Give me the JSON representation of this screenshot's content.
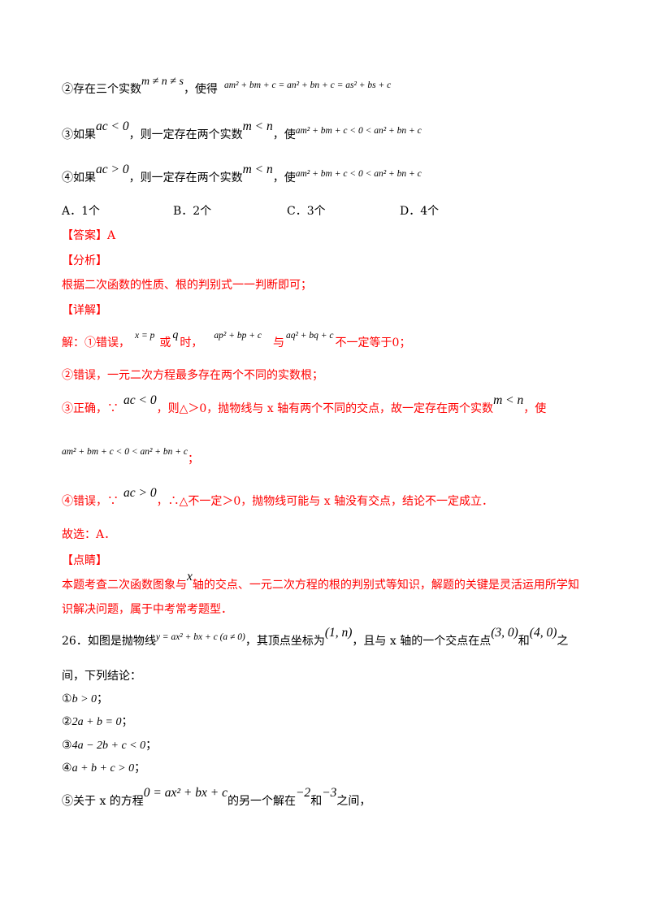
{
  "items": {
    "item2": {
      "prefix": "②存在三个实数",
      "cond": "m ≠ n ≠ s",
      "mid": "，使得",
      "formula": "am² + bm + c = an² + bn + c = as² + bs + c"
    },
    "item3": {
      "prefix": "③如果",
      "cond": "ac < 0",
      "mid1": "，则一定存在两个实数",
      "cond2": "m < n",
      "mid2": "，使",
      "formula": "am² + bm + c < 0 < an² + bn + c"
    },
    "item4": {
      "prefix": "④如果",
      "cond": "ac > 0",
      "mid1": "，则一定存在两个实数",
      "cond2": "m < n",
      "mid2": "，使",
      "formula": "am² + bm + c < 0 < an² + bn + c"
    }
  },
  "options": [
    "A．1个",
    "B．2个",
    "C．3个",
    "D．4个"
  ],
  "answer": "【答案】A",
  "analysis_heading": "【分析】",
  "analysis_text": "根据二次函数的性质、根的判别式一一判断即可；",
  "detail_heading": "【详解】",
  "detail": {
    "d1_a": "解：①错误，",
    "d1_m1": "x = p",
    "d1_b": "或",
    "d1_m2": "q",
    "d1_c": "时，",
    "d1_m3": "ap² + bp + c",
    "d1_d": "与",
    "d1_m4": "aq² + bq + c",
    "d1_e": "不一定等于0；",
    "d2": "②错误，一元二次方程最多存在两个不同的实数根；",
    "d3_a": "③正确，∵",
    "d3_m1": "ac < 0",
    "d3_b": "，则△＞0，抛物线与 x 轴有两个不同的交点，故一定存在两个实数",
    "d3_m2": "m < n",
    "d3_c": "，使",
    "d3_formula": "am² + bm + c < 0 < an² + bn + c",
    "d3_end": "；",
    "d4_a": "④错误，∵",
    "d4_m1": "ac > 0",
    "d4_b": "，∴△不一定＞0，抛物线可能与 x 轴没有交点，结论不一定成立．",
    "choice": "故选：A．"
  },
  "comment_heading": "【点睛】",
  "comment_1a": "本题考查二次函数图象与",
  "comment_1x": "x",
  "comment_1b": "轴的交点、一元二次方程的根的判别式等知识，解题的关键是灵活运用所学知",
  "comment_2": "识解决问题，属于中考常考题型．",
  "q26": {
    "a": "26．如图是抛物线",
    "m1": "y = ax² + bx + c (a ≠ 0)",
    "b": "，其顶点坐标为",
    "m2": "(1, n)",
    "c": "，且与 x 轴的一个交点在点",
    "m3": "(3, 0)",
    "d": "和",
    "m4": "(4, 0)",
    "e": "之",
    "line2": "间，下列结论：",
    "c1_n": "①",
    "c1_m": "b > 0",
    "c1_e": "；",
    "c2_n": "②",
    "c2_m": "2a + b = 0",
    "c2_e": "；",
    "c3_n": "③",
    "c3_m": "4a − 2b + c < 0",
    "c3_e": "；",
    "c4_n": "④",
    "c4_m": "a + b + c > 0",
    "c4_e": "；",
    "c5_a": "⑤关于 x 的方程",
    "c5_m1": "0 = ax² + bx + c",
    "c5_b": "的另一个解在",
    "c5_m2": "−2",
    "c5_c": "和",
    "c5_m3": "−3",
    "c5_d": "之间，"
  }
}
